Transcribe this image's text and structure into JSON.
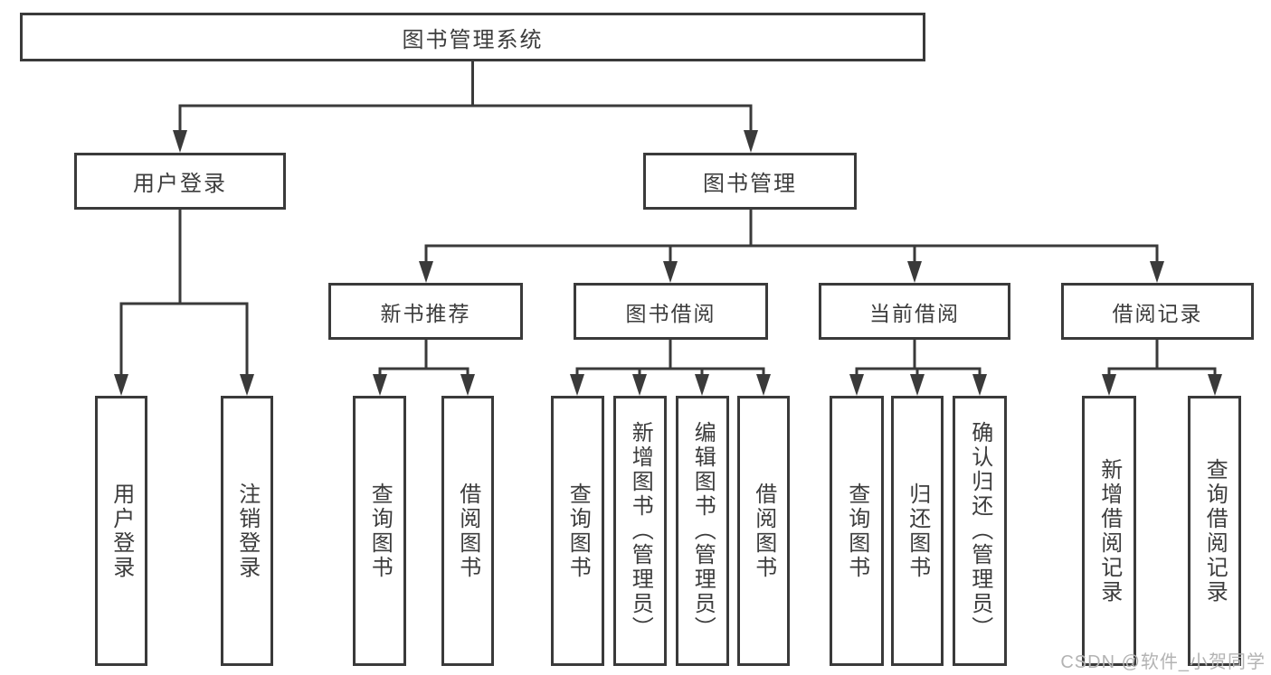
{
  "diagram": {
    "root": {
      "label": "图书管理系统"
    },
    "branches": [
      {
        "label": "用户登录",
        "children": [
          {
            "label": "用户登录"
          },
          {
            "label": "注销登录"
          }
        ]
      },
      {
        "label": "图书管理",
        "sections": [
          {
            "label": "新书推荐",
            "children": [
              {
                "label": "查询图书"
              },
              {
                "label": "借阅图书"
              }
            ]
          },
          {
            "label": "图书借阅",
            "children": [
              {
                "label": "查询图书"
              },
              {
                "label": "新增图书（管理员）"
              },
              {
                "label": "编辑图书（管理员）"
              },
              {
                "label": "借阅图书"
              }
            ]
          },
          {
            "label": "当前借阅",
            "children": [
              {
                "label": "查询图书"
              },
              {
                "label": "归还图书"
              },
              {
                "label": "确认归还（管理员）"
              }
            ]
          },
          {
            "label": "借阅记录",
            "children": [
              {
                "label": "新增借阅记录"
              },
              {
                "label": "查询借阅记录"
              }
            ]
          }
        ]
      }
    ]
  },
  "watermark": {
    "label": "CSDN @软件_小贺同学"
  },
  "colors": {
    "line": "#3a3a3a",
    "text": "#3c3c3c",
    "watermark": "#b3b3b3",
    "background": "#ffffff"
  }
}
